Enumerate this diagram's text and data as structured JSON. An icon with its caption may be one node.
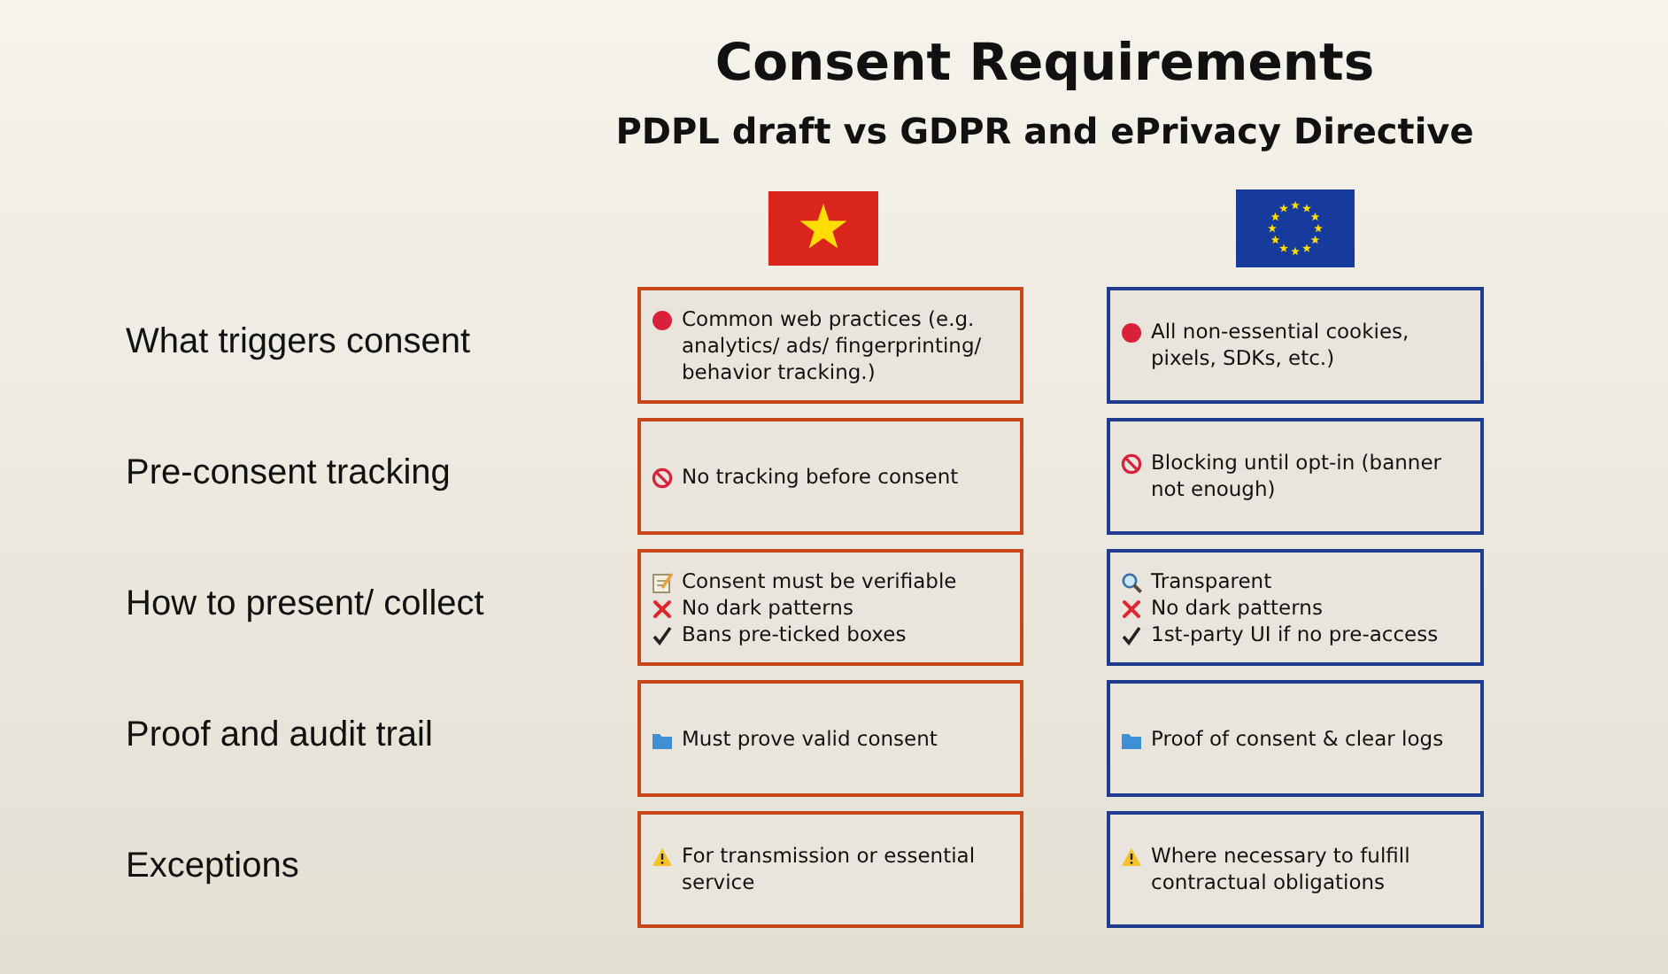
{
  "diagram": {
    "title": "Consent Requirements",
    "nodes": [
      {
        "text": [
          "Common web practices (e.g. analytics/ ads/ fingerprinting/ behavior tracking.)"
        ]
      },
      {
        "text": [
          "All non-essential cookies, pixels, SDKs, etc.)"
        ]
      },
      {
        "text": [
          "No tracking before consent"
        ]
      },
      {
        "text": [
          "Blocking until opt-in (banner not enough)"
        ]
      },
      {
        "text": [
          "Consent must be verifiable",
          "No dark patterns",
          "Bans pre-ticked boxes"
        ]
      },
      {
        "text": [
          "Transparent",
          "No dark patterns",
          "1st-party UI if no pre-access"
        ]
      },
      {
        "text": [
          "Must prove valid consent"
        ]
      },
      {
        "text": [
          "Proof of consent & clear logs"
        ]
      },
      {
        "text": [
          "For transmission or essential service"
        ]
      },
      {
        "text": [
          "Where necessary to fulfill contractual obligations"
        ]
      }
    ],
    "labels": [
      "PDPL draft vs GDPR and ePrivacy Directive",
      "What triggers consent",
      "Pre-consent tracking",
      "How to present/ collect",
      "Proof and audit trail",
      "Exceptions"
    ]
  }
}
